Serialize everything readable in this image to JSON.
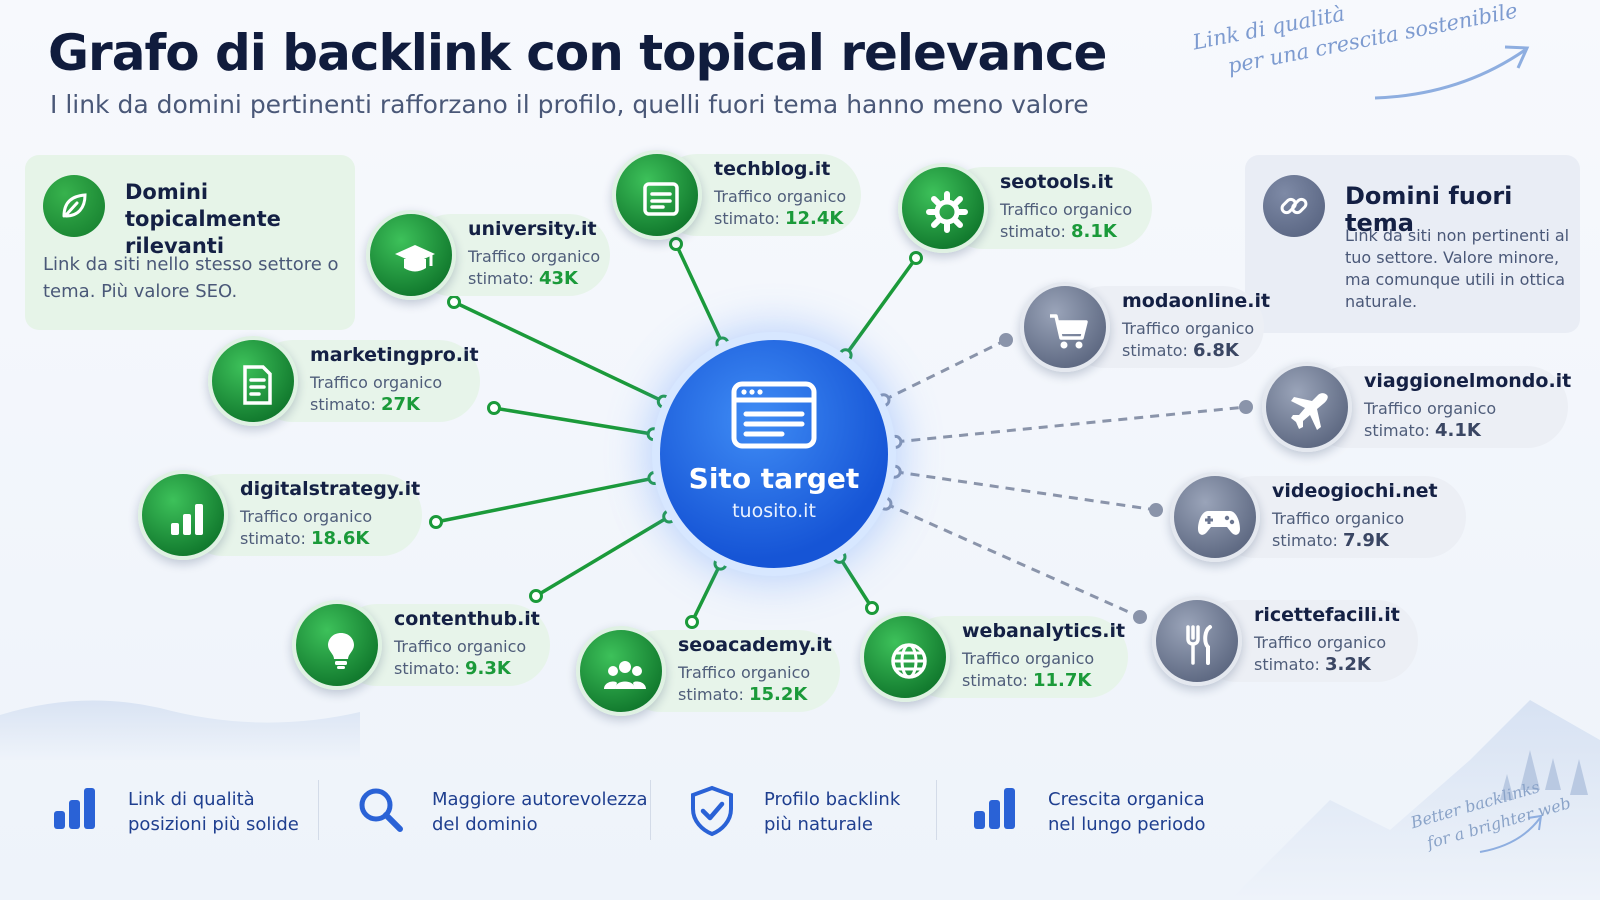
{
  "header": {
    "title": "Grafo di backlink con topical relevance",
    "subtitle": "I link da domini pertinenti rafforzano il profilo, quelli fuori tema hanno meno valore",
    "handwritten_top": [
      "Link di qualità",
      "per una crescita sostenibile"
    ],
    "handwritten_bottom": [
      "Better backlinks",
      "for a brighter web"
    ]
  },
  "legend_relevant": {
    "title": "Domini topicalmente rilevanti",
    "description": "Link da siti nello stesso settore o tema. Più valore SEO."
  },
  "legend_offtopic": {
    "title": "Domini fuori tema",
    "description": "Link da siti non pertinenti al tuo settore. Valore minore, ma comunque utili in ottica naturale."
  },
  "center": {
    "title": "Sito target",
    "domain": "tuosito.it"
  },
  "traffic_label": "Traffico organico",
  "traffic_label2": "stimato:",
  "colors": {
    "relevant": "#1b9a3a",
    "offtopic": "#8a94aa",
    "target": "#1f6df0"
  },
  "relevant_nodes": [
    {
      "domain": "techblog.it",
      "traffic": "12.4K",
      "icon": "article-icon"
    },
    {
      "domain": "seotools.it",
      "traffic": "8.1K",
      "icon": "gear-icon"
    },
    {
      "domain": "university.it",
      "traffic": "43K",
      "icon": "graduation-cap-icon"
    },
    {
      "domain": "marketingpro.it",
      "traffic": "27K",
      "icon": "document-icon"
    },
    {
      "domain": "digitalstrategy.it",
      "traffic": "18.6K",
      "icon": "bar-chart-icon"
    },
    {
      "domain": "contenthub.it",
      "traffic": "9.3K",
      "icon": "lightbulb-icon"
    },
    {
      "domain": "seoacademy.it",
      "traffic": "15.2K",
      "icon": "people-icon"
    },
    {
      "domain": "webanalytics.it",
      "traffic": "11.7K",
      "icon": "globe-icon"
    }
  ],
  "offtopic_nodes": [
    {
      "domain": "modaonline.it",
      "traffic": "6.8K",
      "icon": "cart-icon"
    },
    {
      "domain": "viaggionelmondo.it",
      "traffic": "4.1K",
      "icon": "airplane-icon"
    },
    {
      "domain": "videogiochi.net",
      "traffic": "7.9K",
      "icon": "gamepad-icon"
    },
    {
      "domain": "ricettefacili.it",
      "traffic": "3.2K",
      "icon": "fork-knife-icon"
    }
  ],
  "benefits": [
    {
      "line1": "Link di qualità",
      "line2": "posizioni più solide",
      "icon": "bar-chart-icon"
    },
    {
      "line1": "Maggiore autorevolezza",
      "line2": "del dominio",
      "icon": "search-icon"
    },
    {
      "line1": "Profilo backlink",
      "line2": "più naturale",
      "icon": "shield-check-icon"
    },
    {
      "line1": "Crescita organica",
      "line2": "nel lungo periodo",
      "icon": "bar-chart-icon"
    }
  ]
}
